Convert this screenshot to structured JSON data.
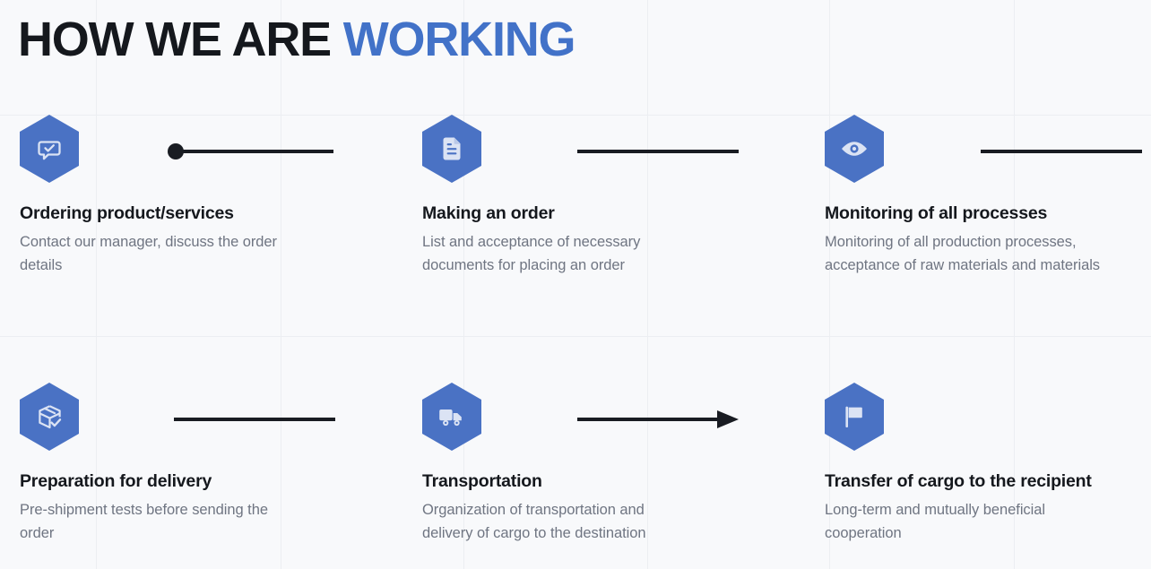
{
  "page": {
    "background_color": "#f8f9fb",
    "grid_color": "#eceef2",
    "accent_color": "#4272c8",
    "hex_color": "#4a72c4",
    "glyph_color": "#dbe3f4",
    "heading_color": "#15181d",
    "body_color": "#6f7582",
    "connector_color": "#191c22"
  },
  "header": {
    "title_plain": "HOW WE ARE ",
    "title_accent": "WORKING"
  },
  "steps": [
    {
      "index": 1,
      "icon": "speech-bubble-check-icon",
      "title": "Ordering product/services",
      "description": "Contact our manager, discuss the order details"
    },
    {
      "index": 2,
      "icon": "document-icon",
      "title": "Making an order",
      "description": "List and acceptance of necessary documents for placing an order"
    },
    {
      "index": 3,
      "icon": "eye-icon",
      "title": "Monitoring of all processes",
      "description": "Monitoring of all production processes, acceptance of raw materials and materials"
    },
    {
      "index": 4,
      "icon": "box-check-icon",
      "title": "Preparation for delivery",
      "description": "Pre-shipment tests before sending the order"
    },
    {
      "index": 5,
      "icon": "truck-icon",
      "title": "Transportation",
      "description": "Organization of transportation and delivery of cargo to the destination"
    },
    {
      "index": 6,
      "icon": "flag-icon",
      "title": "Transfer of cargo to the recipient",
      "description": "Long-term and mutually beneficial cooperation"
    }
  ],
  "connectors": [
    {
      "id": "connector-1",
      "style": "dot-line",
      "from_step": 1,
      "to_step": 2
    },
    {
      "id": "connector-2",
      "style": "line",
      "from_step": 2,
      "to_step": 3
    },
    {
      "id": "connector-3",
      "style": "line",
      "from_step": 3,
      "to_step": 4
    },
    {
      "id": "connector-4",
      "style": "line",
      "from_step": 4,
      "to_step": 5
    },
    {
      "id": "connector-5",
      "style": "line-arrow",
      "from_step": 5,
      "to_step": 6
    },
    {
      "id": "connector-6",
      "style": "line",
      "from_step": 6,
      "to_step": null
    }
  ],
  "grid": {
    "vertical_x": [
      107,
      313,
      517,
      722,
      925,
      1131
    ],
    "horizontal_y": [
      128,
      375
    ]
  }
}
